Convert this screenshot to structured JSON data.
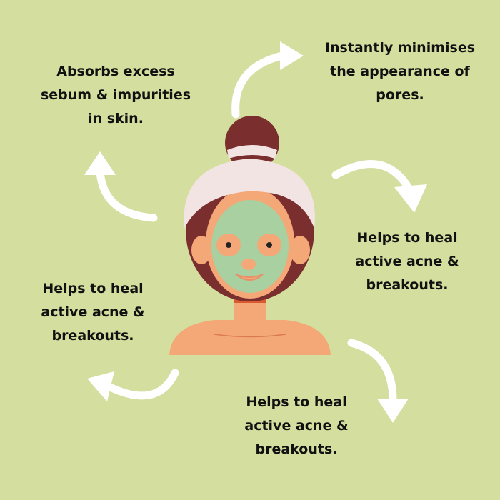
{
  "benefits": {
    "top_left": [
      "Absorbs excess",
      "sebum & impurities",
      "in skin."
    ],
    "top_right": [
      "Instantly minimises",
      "the appearance of",
      "pores."
    ],
    "right": [
      "Helps to heal",
      "active acne &",
      "breakouts."
    ],
    "left": [
      "Helps to heal",
      "active acne &",
      "breakouts."
    ],
    "bottom": [
      "Helps to heal",
      "active acne &",
      "breakouts."
    ]
  },
  "colors": {
    "background": "#d3de9f",
    "arrow": "#ffffff",
    "mask": "#a8d0a0",
    "hair": "#7a2e2e",
    "towel": "#f3e4e4",
    "skin": "#f4a878"
  }
}
